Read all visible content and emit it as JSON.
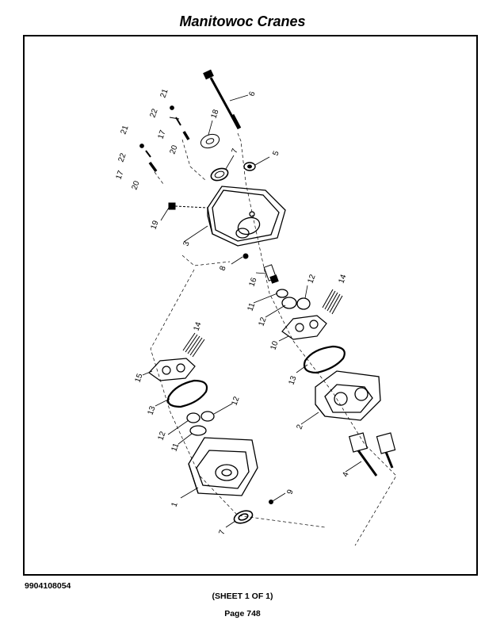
{
  "header": {
    "title": "Manitowoc Cranes"
  },
  "footer": {
    "doc_number": "9904108054",
    "sheet": "(SHEET 1 OF 1)",
    "page": "Page 748"
  },
  "callouts": [
    {
      "id": "c1",
      "text": "1"
    },
    {
      "id": "c2",
      "text": "2"
    },
    {
      "id": "c3",
      "text": "3"
    },
    {
      "id": "c4",
      "text": "4"
    },
    {
      "id": "c5",
      "text": "5"
    },
    {
      "id": "c6",
      "text": "6"
    },
    {
      "id": "c7a",
      "text": "7"
    },
    {
      "id": "c7b",
      "text": "7"
    },
    {
      "id": "c8",
      "text": "8"
    },
    {
      "id": "c9",
      "text": "9"
    },
    {
      "id": "c10",
      "text": "10"
    },
    {
      "id": "c11a",
      "text": "11"
    },
    {
      "id": "c11b",
      "text": "11"
    },
    {
      "id": "c12a",
      "text": "12"
    },
    {
      "id": "c12b",
      "text": "12"
    },
    {
      "id": "c12c",
      "text": "12"
    },
    {
      "id": "c12d",
      "text": "12"
    },
    {
      "id": "c13a",
      "text": "13"
    },
    {
      "id": "c13b",
      "text": "13"
    },
    {
      "id": "c14a",
      "text": "14"
    },
    {
      "id": "c14b",
      "text": "14"
    },
    {
      "id": "c15",
      "text": "15"
    },
    {
      "id": "c16",
      "text": "16"
    },
    {
      "id": "c17a",
      "text": "17"
    },
    {
      "id": "c17b",
      "text": "17"
    },
    {
      "id": "c18",
      "text": "18"
    },
    {
      "id": "c19",
      "text": "19"
    },
    {
      "id": "c20a",
      "text": "20"
    },
    {
      "id": "c20b",
      "text": "20"
    },
    {
      "id": "c21a",
      "text": "21"
    },
    {
      "id": "c21b",
      "text": "21"
    },
    {
      "id": "c22a",
      "text": "22"
    },
    {
      "id": "c22b",
      "text": "22"
    }
  ]
}
